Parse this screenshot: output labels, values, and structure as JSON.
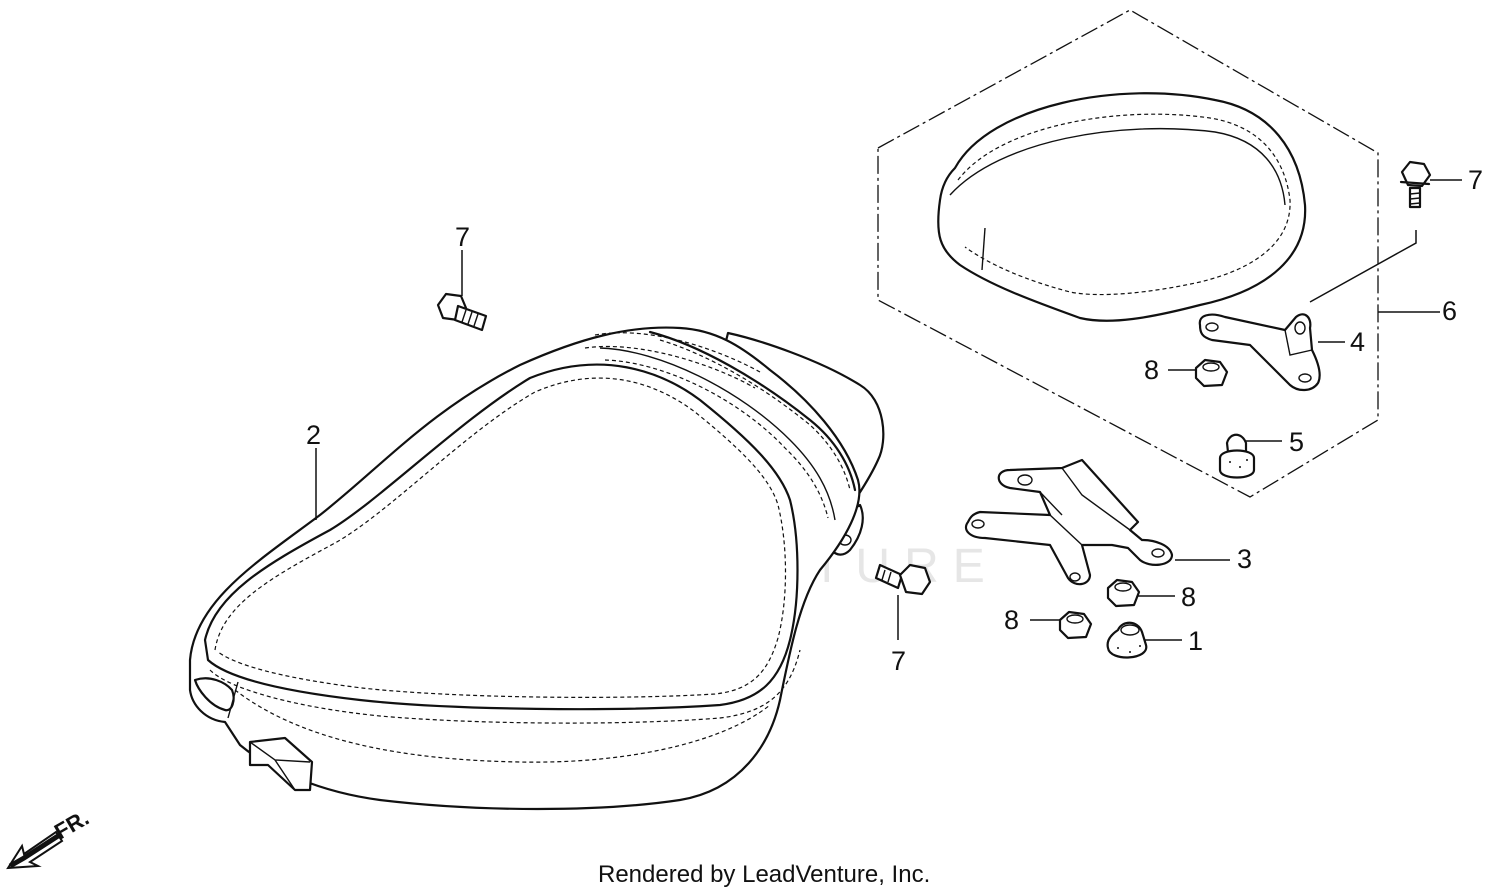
{
  "watermark": "LEADVENTURE",
  "credit": "Rendered by LeadVenture, Inc.",
  "direction_label": "FR.",
  "callouts": {
    "c7_mid": "7",
    "c7_lower": "7",
    "c7_upper": "7",
    "c2": "2",
    "c6": "6",
    "c4": "4",
    "c8_upper": "8",
    "c5": "5",
    "c3": "3",
    "c8_right": "8",
    "c8_left": "8",
    "c1": "1"
  },
  "icons": {
    "direction": "front-direction-arrow-icon"
  }
}
